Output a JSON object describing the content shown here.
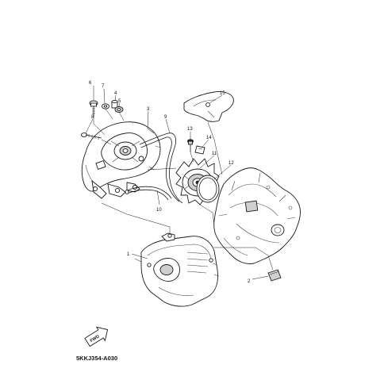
{
  "diagram": {
    "reference_code": "5KKJ354-A030",
    "fwd_label": "FWD",
    "callouts": [
      "1",
      "2",
      "3",
      "4",
      "5",
      "6",
      "7",
      "8",
      "9",
      "10",
      "11",
      "12",
      "13",
      "14",
      "15"
    ]
  }
}
